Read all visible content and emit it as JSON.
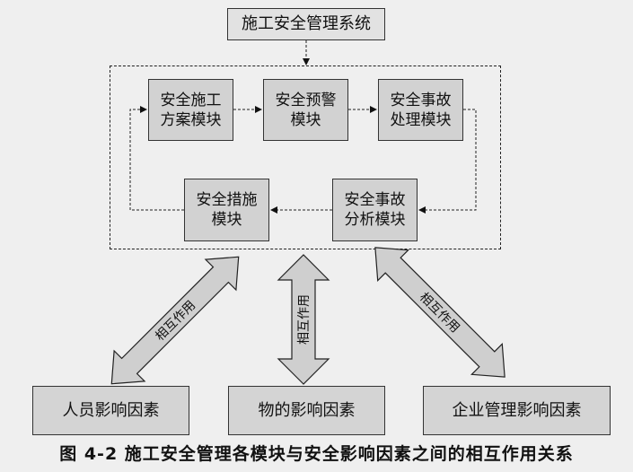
{
  "diagram": {
    "top_system": "施工安全管理系统",
    "modules": {
      "plan": [
        "安全施工",
        "方案模块"
      ],
      "warning": [
        "安全预警",
        "模块"
      ],
      "handling": [
        "安全事故",
        "处理模块"
      ],
      "measures": [
        "安全措施",
        "模块"
      ],
      "analysis": [
        "安全事故",
        "分析模块"
      ]
    },
    "interaction_labels": {
      "left": "相互作用",
      "middle": "相互作用",
      "right": "相互作用"
    },
    "factors": {
      "personnel": "人员影响因素",
      "material": "物的影响因素",
      "enterprise": "企业管理影响因素"
    },
    "caption": "图 4-2   施工安全管理各模块与安全影响因素之间的相互作用关系"
  },
  "colors": {
    "background": "#efefef",
    "box_fill": "#d2d2d2",
    "arrow_fill": "#cfcfcf",
    "line": "#222222"
  }
}
